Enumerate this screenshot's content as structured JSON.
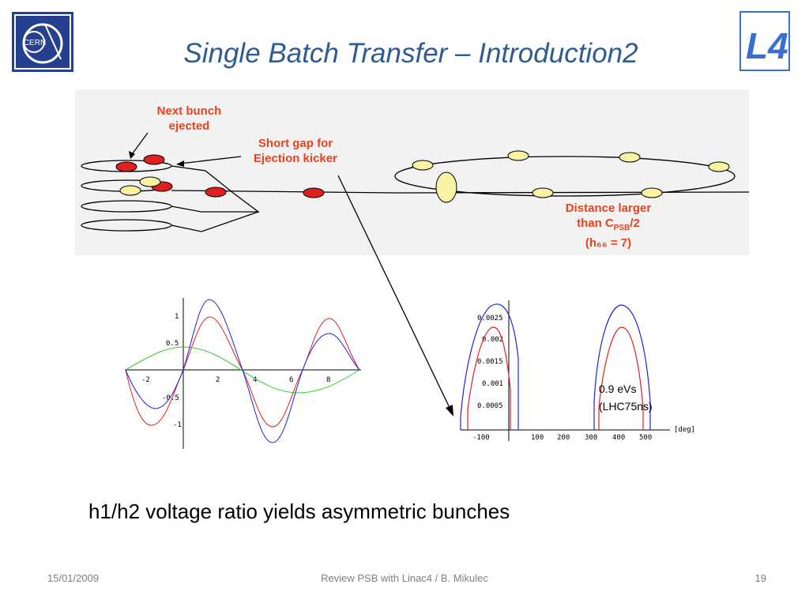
{
  "slide": {
    "title": "Single Batch Transfer – Introduction2",
    "body_text": "h1/h2 voltage ratio yields asymmetric bunches"
  },
  "logos": {
    "left_text": "CERN",
    "right_text": "L4"
  },
  "schematic": {
    "callout_next_line1": "Next bunch",
    "callout_next_line2": "ejected",
    "callout_gap_line1": "Short gap for",
    "callout_gap_line2": "Ejection kicker",
    "callout_distance_line1": "Distance larger",
    "callout_distance_line2_prefix": "than C",
    "callout_distance_line2_sub": "PSB",
    "callout_distance_line2_suffix": "/2",
    "callout_distance_line3": "(h₆₆ = 7)"
  },
  "left_plot": {
    "x_ticks": [
      "-2",
      "2",
      "4",
      "6",
      "8"
    ],
    "y_ticks": [
      "1",
      "0.5",
      "-0.5",
      "-1"
    ]
  },
  "right_plot": {
    "x_ticks": [
      "-100",
      "100",
      "200",
      "300",
      "400",
      "500"
    ],
    "y_ticks": [
      "0.0025",
      "0.002",
      "0.0015",
      "0.001",
      "0.0005"
    ],
    "x_unit": "[deg]",
    "energy_line1": "0.9 eVs",
    "energy_line2": "(LHC75ns)"
  },
  "colors": {
    "title": "#2e5b92",
    "callout": "#e8421e",
    "bunch_red": "#e02020",
    "bunch_yellow": "#f7f3a3"
  },
  "footer": {
    "date": "15/01/2009",
    "center": "Review PSB with Linac4 / B. Mikulec",
    "page": "19"
  }
}
